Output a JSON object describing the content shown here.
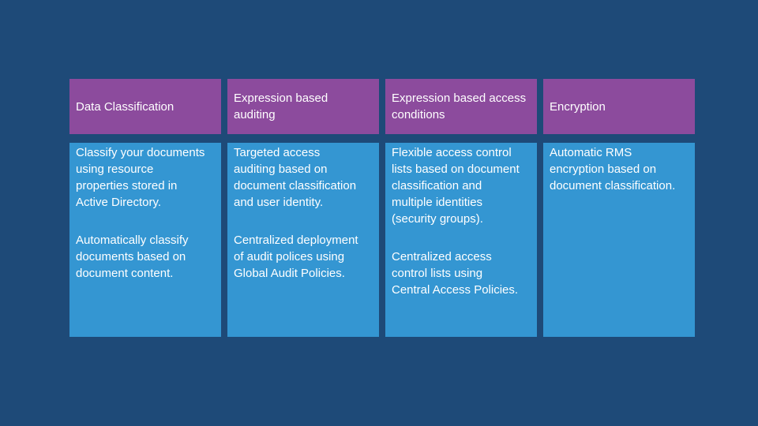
{
  "slide": {
    "background_color": "#1E4A78",
    "header_color": "#8C4B9D",
    "body_color": "#3496D2",
    "text_color": "#FFFFFF"
  },
  "table": {
    "columns": [
      {
        "header": "Data Classification",
        "paragraphs": [
          "Classify your documents\nusing resource\nproperties stored in\nActive Directory.",
          "Automatically classify\ndocuments based on\ndocument content."
        ]
      },
      {
        "header": "Expression based\nauditing",
        "paragraphs": [
          "Targeted access\nauditing based on\ndocument classification\nand user identity.",
          "Centralized deployment\nof audit polices using\nGlobal Audit Policies."
        ]
      },
      {
        "header": "Expression based access\nconditions",
        "paragraphs": [
          "Flexible access control\nlists based on document\nclassification and\nmultiple identities\n(security groups).",
          "Centralized access\ncontrol lists using\nCentral Access Policies."
        ]
      },
      {
        "header": "Encryption",
        "paragraphs": [
          "Automatic RMS\nencryption based on\ndocument classification."
        ]
      }
    ]
  }
}
